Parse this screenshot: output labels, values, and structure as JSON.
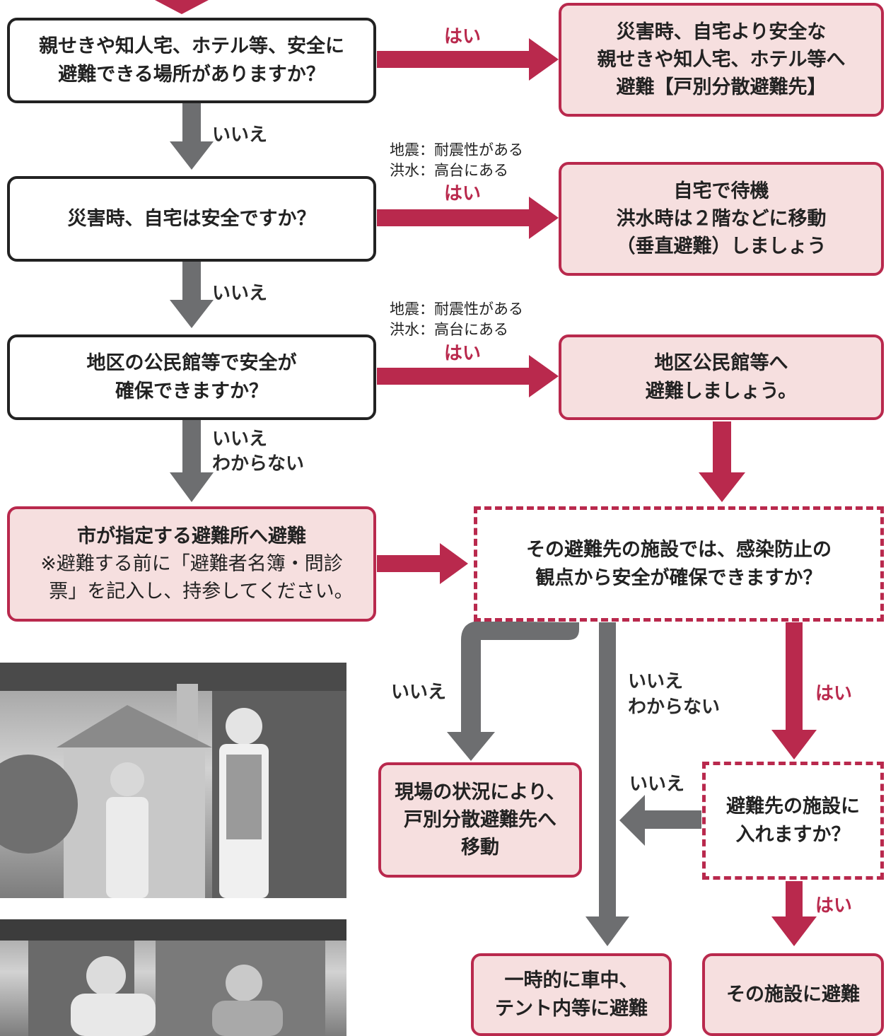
{
  "q1": {
    "text": [
      "親せきや知人宅、ホテル等、安全に",
      "避難できる場所がありますか？"
    ]
  },
  "r1": {
    "text": [
      "災害時、自宅より安全な",
      "親せきや知人宅、ホテル等へ",
      "避難【戸別分散避難先】"
    ]
  },
  "q2": {
    "text": [
      "災害時、自宅は安全ですか？"
    ]
  },
  "r2": {
    "text": [
      "自宅で待機",
      "洪水時は２階などに移動",
      "（垂直避難）しましょう"
    ]
  },
  "q3": {
    "text": [
      "地区の公民館等で安全が",
      "確保できますか？"
    ]
  },
  "r3": {
    "text": [
      "地区公民館等へ",
      "避難しましょう。"
    ]
  },
  "shelter": {
    "text": [
      "市が指定する避難所へ避難",
      "※避難する前に「避難者名簿・問診",
      "　票」を記入し、持参してください。"
    ]
  },
  "q4": {
    "text": [
      "その避難先の施設では、感染防止の",
      "観点から安全が確保できますか？"
    ]
  },
  "onsite": {
    "text": [
      "現場の状況により、",
      "戸別分散避難先へ",
      "移動"
    ]
  },
  "q5": {
    "text": [
      "避難先の施設に",
      "入れますか？"
    ]
  },
  "car": {
    "text": [
      "一時的に車中、",
      "テント内等に避難"
    ]
  },
  "facility": {
    "text": [
      "その施設に避難"
    ]
  },
  "labels": {
    "yes": "はい",
    "no": "いいえ",
    "unknown": "わからない"
  },
  "conditions": {
    "earthquake": "地震：耐震性がある",
    "flood": "洪水：高台にある"
  },
  "colors": {
    "accent": "#b9294d",
    "pink_fill": "#f6dfdf",
    "gray_arrow": "#6d6e70",
    "dark_border": "#222222"
  }
}
